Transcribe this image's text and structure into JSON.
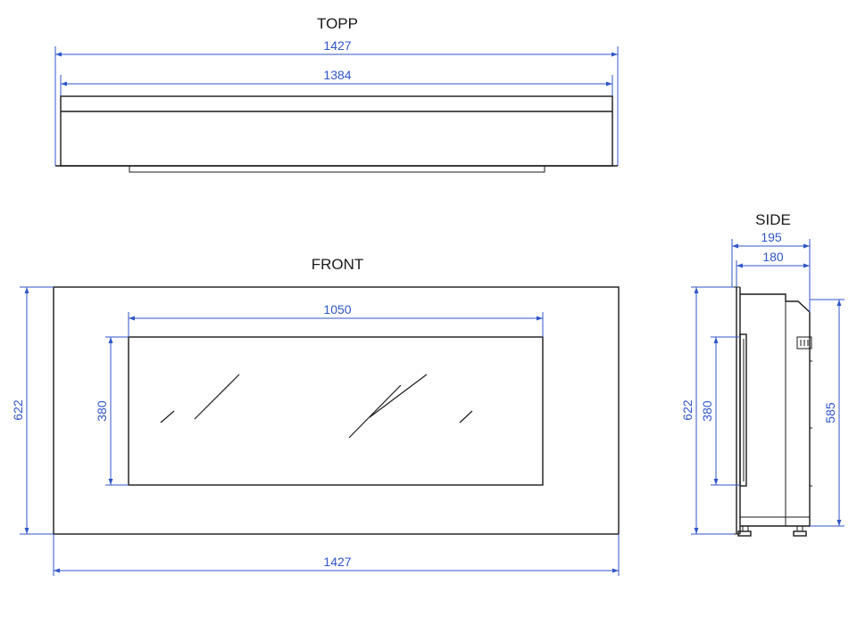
{
  "colors": {
    "dimension": "#2f55c8",
    "outline": "#1a1a1a",
    "background": "#ffffff"
  },
  "views": {
    "top": {
      "title": "TOPP",
      "overall_width": "1427",
      "inner_width": "1384"
    },
    "front": {
      "title": "FRONT",
      "glass_width": "1050",
      "glass_height": "380",
      "overall_height": "622",
      "overall_width": "1427"
    },
    "side": {
      "title": "SIDE",
      "overall_depth": "195",
      "body_depth": "180",
      "overall_height": "622",
      "glass_height": "380",
      "body_height": "585"
    }
  }
}
